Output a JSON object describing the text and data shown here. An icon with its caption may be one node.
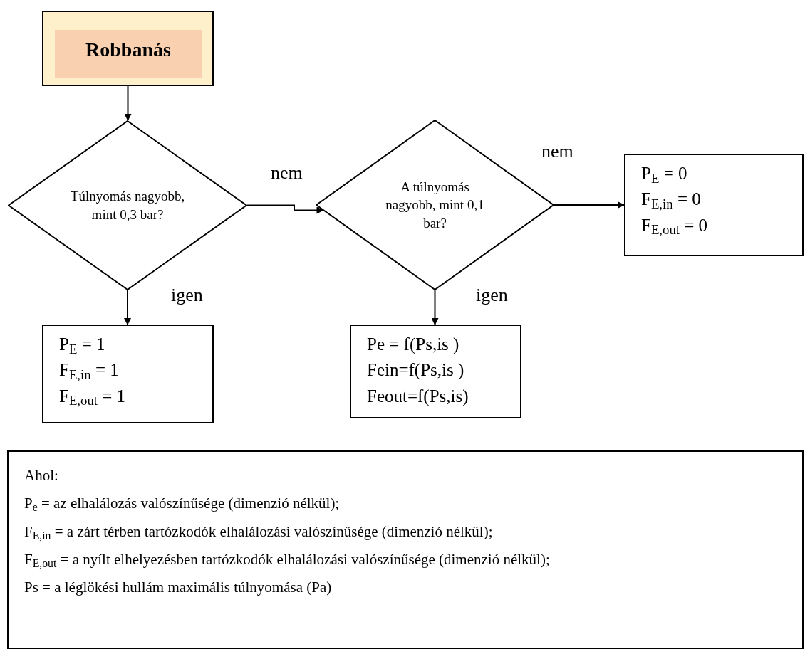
{
  "diagram": {
    "nodes": [
      {
        "text": [
          "Robbanás"
        ]
      },
      {
        "text": [
          "Túlnyomás nagyobb, mint 0,3 bar?"
        ]
      },
      {
        "text": [
          "A túlnyomás nagyobb, mint 0,1 bar?"
        ]
      },
      {
        "text": [
          "P$_{E}$ = 0",
          "F$_{E,in}$ = 0",
          "F$_{E,out}$ = 0"
        ]
      },
      {
        "text": [
          "P$_{E}$ = 1",
          "F$_{E,in}$ = 1",
          "F$_{E,out}$ = 1"
        ]
      },
      {
        "text": [
          "Pe = f(Ps,is )",
          "Fein=f(Ps,is )",
          "Feout=f(Ps,is)"
        ]
      },
      {
        "text": [
          "Ahol:",
          "P$_{e}$ = az elhalálozás valószínűsége (dimenzió nélkül);",
          "F$_{E,in}$ = a zárt térben tartózkodók elhalálozási valószínűsége (dimenzió nélkül);",
          "F$_{E,out}$ = a nyílt elhelyezésben tartózkodók elhalálozási valószínűsége (dimenzió nélkül);",
          "Ps = a léglökési hullám maximális túlnyomása (Pa)"
        ]
      }
    ],
    "edges": [
      {
        "from": 0,
        "to": 1,
        "arrow": "to"
      },
      {
        "from": 1,
        "to": 2,
        "arrow": "to",
        "label": "nem"
      },
      {
        "from": 2,
        "to": 3,
        "arrow": "to",
        "label": "nem"
      },
      {
        "from": 1,
        "to": 4,
        "arrow": "to",
        "label": "igen"
      },
      {
        "from": 2,
        "to": 5,
        "arrow": "to",
        "label": "igen"
      }
    ]
  }
}
